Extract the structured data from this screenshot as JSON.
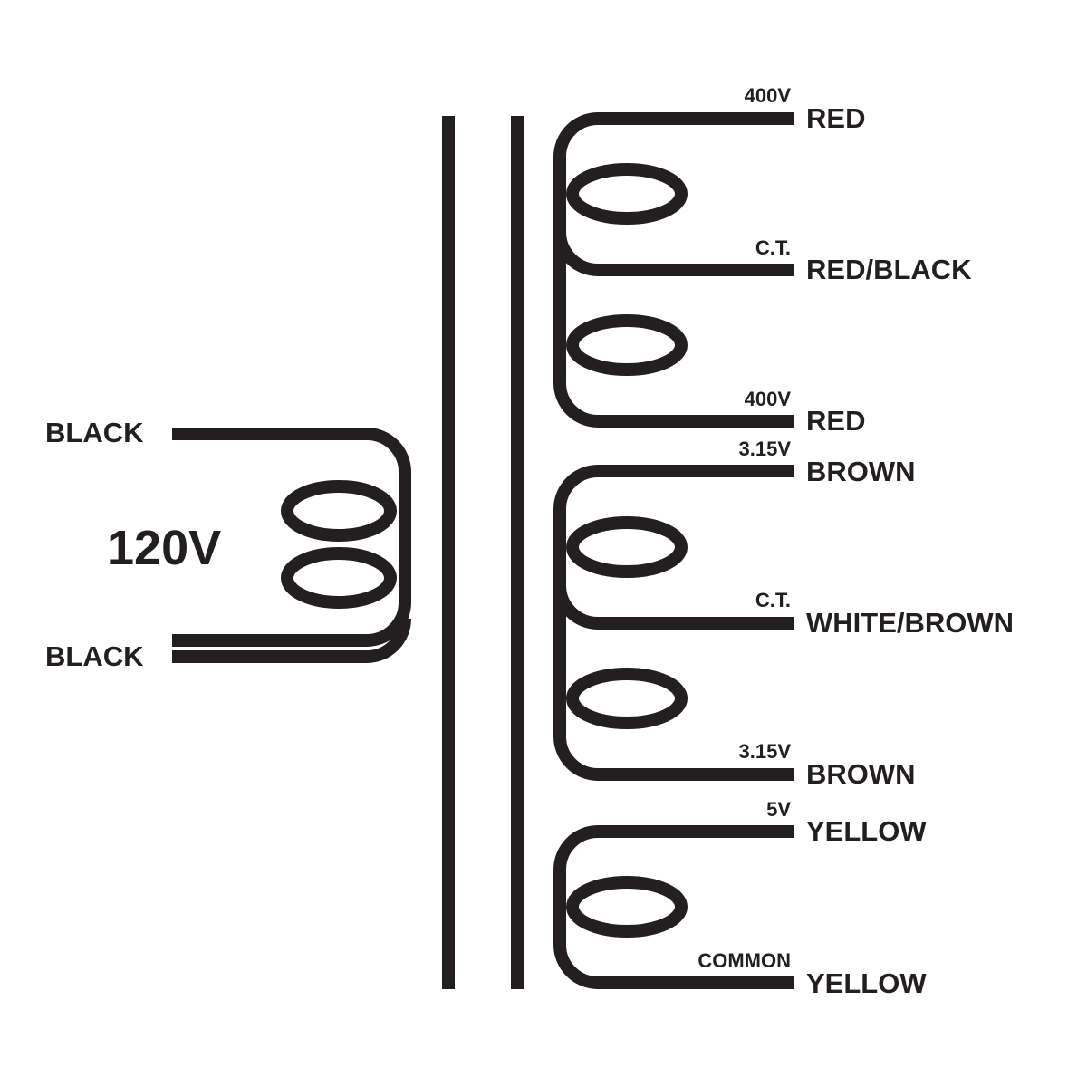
{
  "colors": {
    "ink": "#231f20",
    "background": "#ffffff"
  },
  "primary": {
    "voltage": "120V",
    "lead_top": "BLACK",
    "lead_bottom": "BLACK"
  },
  "secondaries": {
    "high_voltage": {
      "top_voltage": "400V",
      "top_lead": "RED",
      "ct_label": "C.T.",
      "ct_lead": "RED/BLACK",
      "bottom_voltage": "400V",
      "bottom_lead": "RED"
    },
    "filament": {
      "top_voltage": "3.15V",
      "top_lead": "BROWN",
      "ct_label": "C.T.",
      "ct_lead": "WHITE/BROWN",
      "bottom_voltage": "3.15V",
      "bottom_lead": "BROWN"
    },
    "rectifier": {
      "top_voltage": "5V",
      "top_lead": "YELLOW",
      "bottom_voltage": "COMMON",
      "bottom_lead": "YELLOW"
    }
  }
}
